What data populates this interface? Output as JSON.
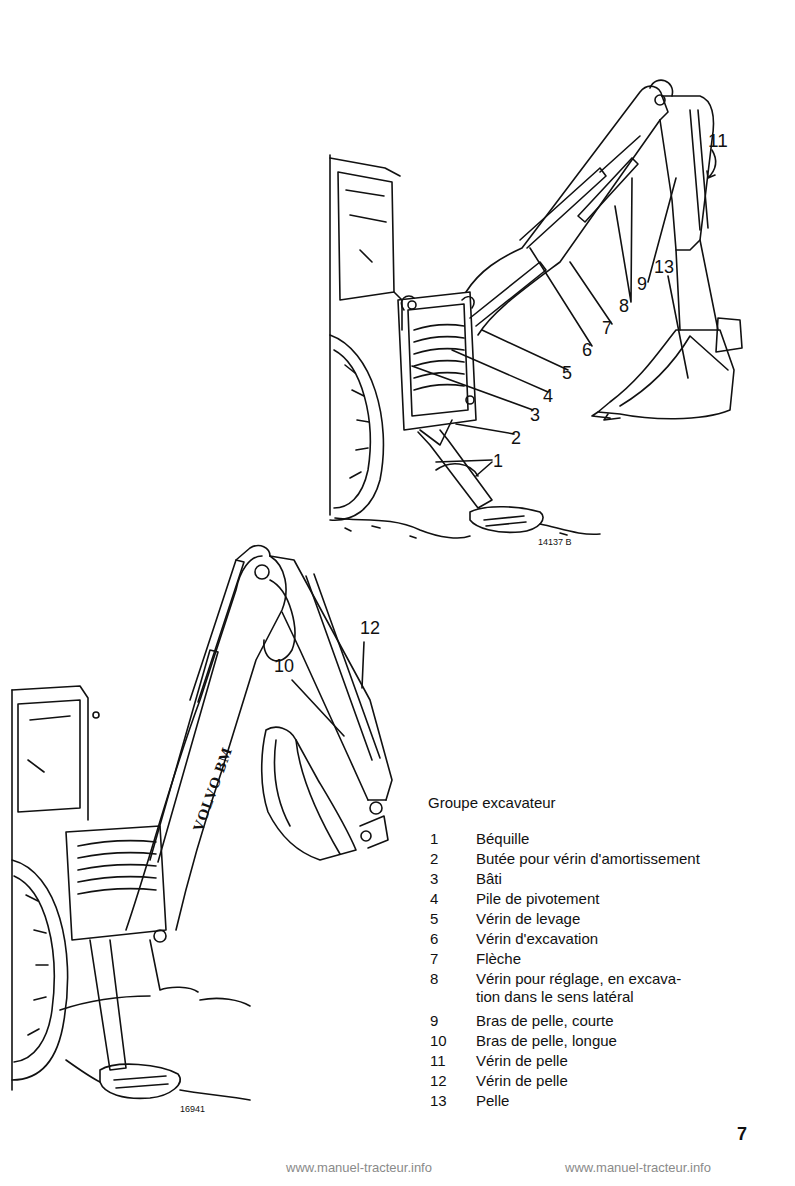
{
  "diagram": {
    "title": "Groupe excavateur",
    "labels": [
      "11",
      "13",
      "9",
      "8",
      "7",
      "6",
      "5",
      "4",
      "3",
      "2",
      "1",
      "14137 B",
      "12",
      "10",
      "VOLVO BM",
      "16941",
      "1",
      "Béquille",
      "2",
      "Butée pour vérin d'amortissement",
      "3",
      "Bâti",
      "4",
      "Pile de pivotement",
      "5",
      "Vérin de levage",
      "6",
      "Vérin d'excavation",
      "7",
      "Flèche",
      "8",
      "Vérin pour réglage, en excava- tion dans le sens latéral",
      "9",
      "Bras de pelle, courte",
      "10",
      "Bras de pelle, longue",
      "11",
      "Vérin de pelle",
      "12",
      "Vérin de pelle",
      "13",
      "Pelle",
      "7",
      "www.manuel-tracteur.info",
      "www.manuel-tracteur.info"
    ]
  }
}
